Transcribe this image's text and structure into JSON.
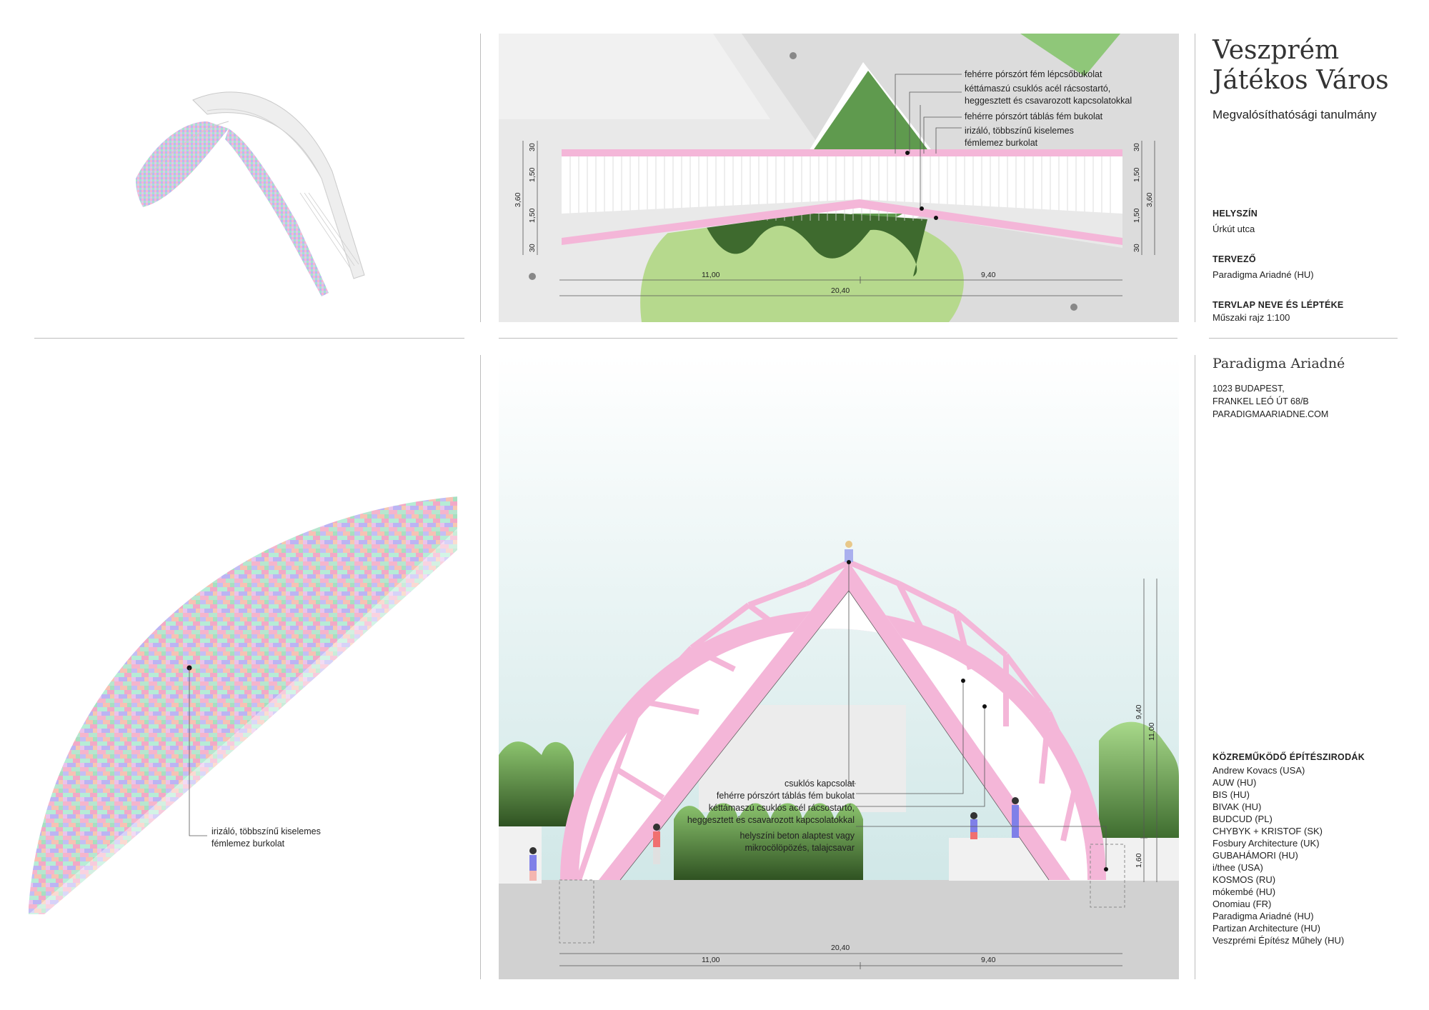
{
  "project": {
    "title_line1": "Veszprém",
    "title_line2": "Játékos Város",
    "subtitle": "Megvalósíthatósági tanulmány"
  },
  "info": {
    "location_label": "HELYSZÍN",
    "location_value": "Úrkút utca",
    "designer_label": "TERVEZŐ",
    "designer_value": "Paradigma Ariadné (HU)",
    "sheet_label": "TERVLAP NEVE ÉS LÉPTÉKE",
    "sheet_value": "Műszaki rajz 1:100"
  },
  "firm": {
    "name": "Paradigma Ariadné",
    "address_line1": "1023 BUDAPEST,",
    "address_line2": "FRANKEL LEÓ ÚT 68/B",
    "website": "PARADIGMAARIADNE.COM"
  },
  "collaborators": {
    "label": "KÖZREMŰKÖDŐ ÉPÍTÉSZIRODÁK",
    "items": [
      "Andrew Kovacs (USA)",
      "AUW (HU)",
      "BIS (HU)",
      "BIVAK (HU)",
      "BUDCUD (PL)",
      "CHYBYK + KRISTOF (SK)",
      "Fosbury Architecture (UK)",
      "GUBAHÁMORI (HU)",
      "i/thee (USA)",
      "KOSMOS (RU)",
      "mókembé (HU)",
      "Onomiau (FR)",
      "Paradigma Ariadné (HU)",
      "Partizan Architecture (HU)",
      "Veszprémi Építész Műhely (HU)"
    ]
  },
  "plan": {
    "annotations": [
      "fehérre pórszórt fém lépcsőbukolat",
      "kéttámaszú csuklós acél rácsostartó,",
      "heggesztett és csavarozott kapcsolatokkal",
      "fehérre pórszórt táblás fém bukolat",
      "irizáló, többszínű kiselemes",
      "fémlemez burkolat"
    ],
    "dims_left": [
      "30",
      "1,50",
      "1,50",
      "30"
    ],
    "dim_left_total": "3,60",
    "dims_right": [
      "30",
      "1,50",
      "1,50",
      "30"
    ],
    "dim_right_total": "3,60",
    "dim_span_a": "11,00",
    "dim_span_b": "9,40",
    "dim_total": "20,40"
  },
  "detail": {
    "annotation_line1": "irizáló, többszínű kiselemes",
    "annotation_line2": "fémlemez burkolat"
  },
  "elevation": {
    "annotations": [
      "csuklós kapcsolat",
      "fehérre pórszórt táblás fém bukolat",
      "kéttámaszú csuklós acél rácsostartó,",
      "heggesztett és csavarozott kapcsolatokkal",
      "helyszíni beton alaptest vagy",
      "mikrocölöpözés, talajcsavar"
    ],
    "dim_height_a": "9,40",
    "dim_height_b": "11,00",
    "dim_foundation": "1,60",
    "dim_total": "20,40",
    "dim_span_a": "11,00",
    "dim_span_b": "9,40"
  },
  "colors": {
    "pink": "#f4b6d8",
    "green_dark": "#3e6a2e",
    "green_light": "#a8cf7e",
    "gray_light": "#e8e8e8",
    "sky_top": "#f3f5f4",
    "sky_bottom": "#cfe6e6"
  }
}
